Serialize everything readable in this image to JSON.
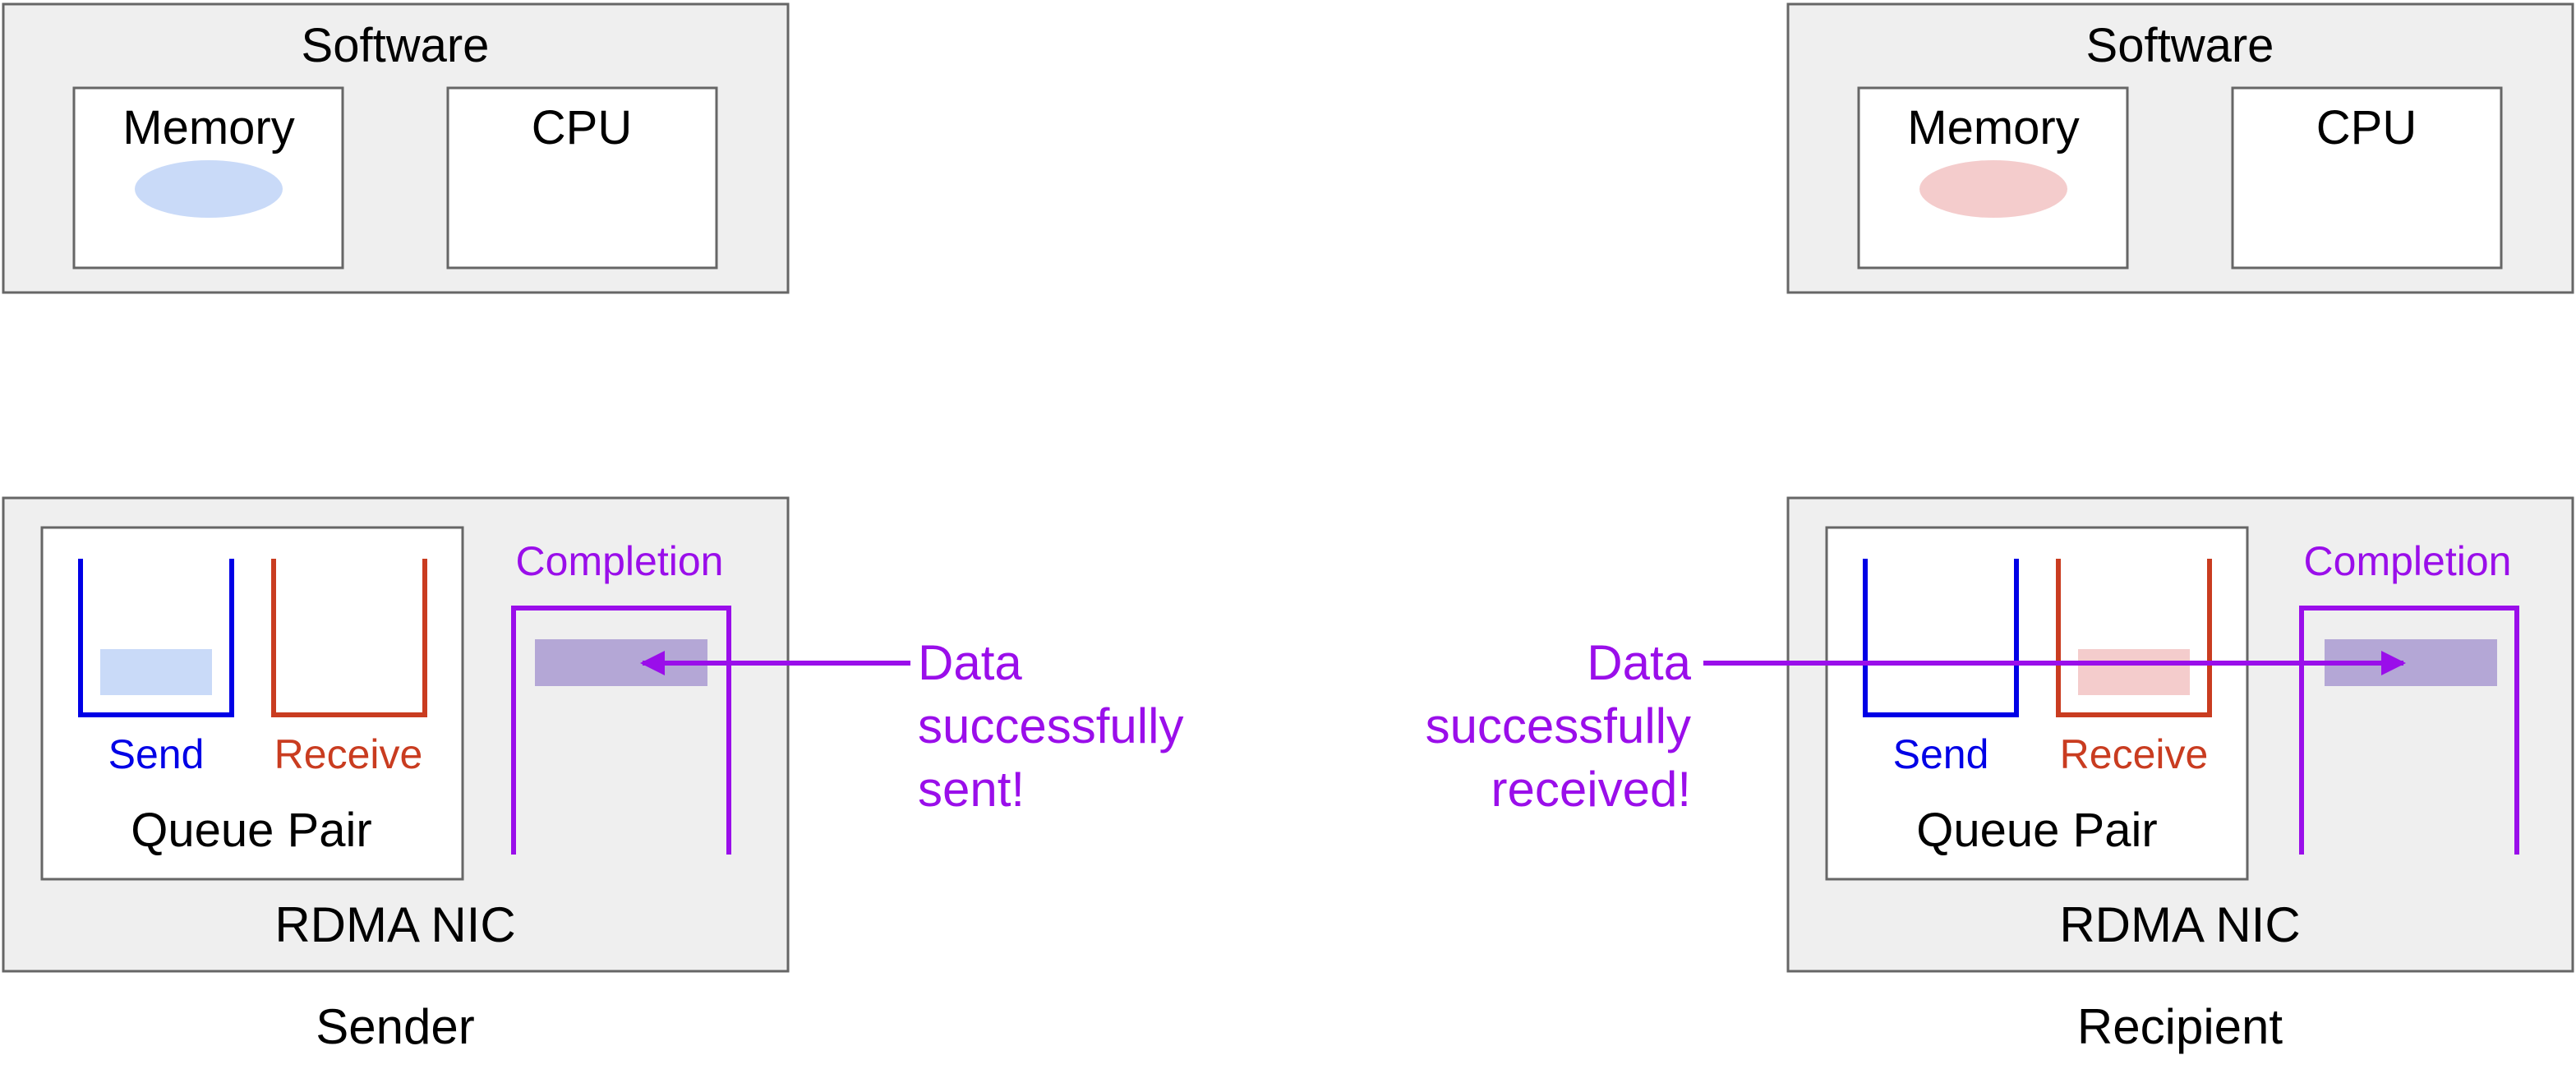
{
  "colors": {
    "panel_fill": "#efefef",
    "panel_stroke": "#666666",
    "send": "#0000e6",
    "receive": "#c93c20",
    "completion": "#9a0eea",
    "sender_data": "#c9daf8",
    "recipient_data": "#f4cccc",
    "completion_entry": "#b4a7d6"
  },
  "sender": {
    "label": "Sender",
    "software": {
      "title": "Software",
      "memory": "Memory",
      "cpu": "CPU"
    },
    "nic": {
      "title": "RDMA NIC",
      "queue_pair": "Queue Pair",
      "send": "Send",
      "receive": "Receive",
      "completion": "Completion"
    },
    "message": {
      "line1": "Data",
      "line2": "successfully",
      "line3": "sent!"
    }
  },
  "recipient": {
    "label": "Recipient",
    "software": {
      "title": "Software",
      "memory": "Memory",
      "cpu": "CPU"
    },
    "nic": {
      "title": "RDMA NIC",
      "queue_pair": "Queue Pair",
      "send": "Send",
      "receive": "Receive",
      "completion": "Completion"
    },
    "message": {
      "line1": "Data",
      "line2": "successfully",
      "line3": "received!"
    }
  }
}
